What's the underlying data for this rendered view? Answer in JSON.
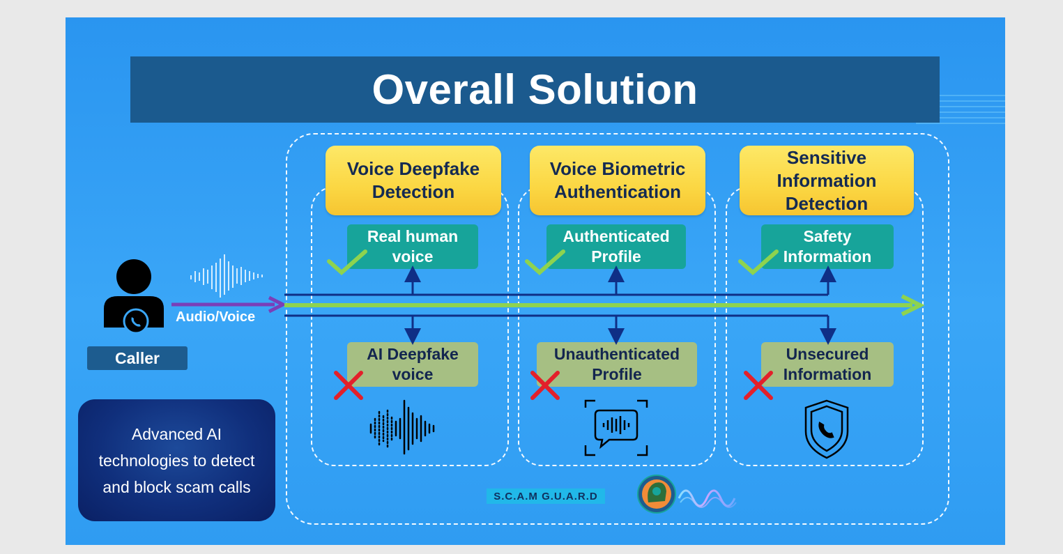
{
  "title": "Overall Solution",
  "caller": {
    "label": "Caller"
  },
  "flow": {
    "input_label": "Audio/Voice"
  },
  "info_box": "Advanced AI technologies to detect and block scam calls",
  "brand": {
    "tag": "S.C.A.M G.U.A.R.D"
  },
  "modules": [
    {
      "title": "Voice Deepfake Detection",
      "positive": "Real human voice",
      "negative": "AI Deepfake voice",
      "icon": "soundwave-icon"
    },
    {
      "title": "Voice Biometric Authentication",
      "positive": "Authenticated Profile",
      "negative": "Unauthenticated Profile",
      "icon": "voice-scan-icon"
    },
    {
      "title": "Sensitive Information Detection",
      "positive": "Safety Information",
      "negative": "Unsecured Information",
      "icon": "shield-phone-icon"
    }
  ],
  "colors": {
    "background": "#3aa6f7",
    "title_bar": "#1b5a8e",
    "header": "#fbd743",
    "positive": "#17a49a",
    "negative": "#a6bf83",
    "main_arrow": "#8ed34f",
    "input_arrow": "#7a3fb8",
    "branch_lines": "#0f2f86",
    "check": "#8ed34f",
    "cross": "#e3202a"
  }
}
